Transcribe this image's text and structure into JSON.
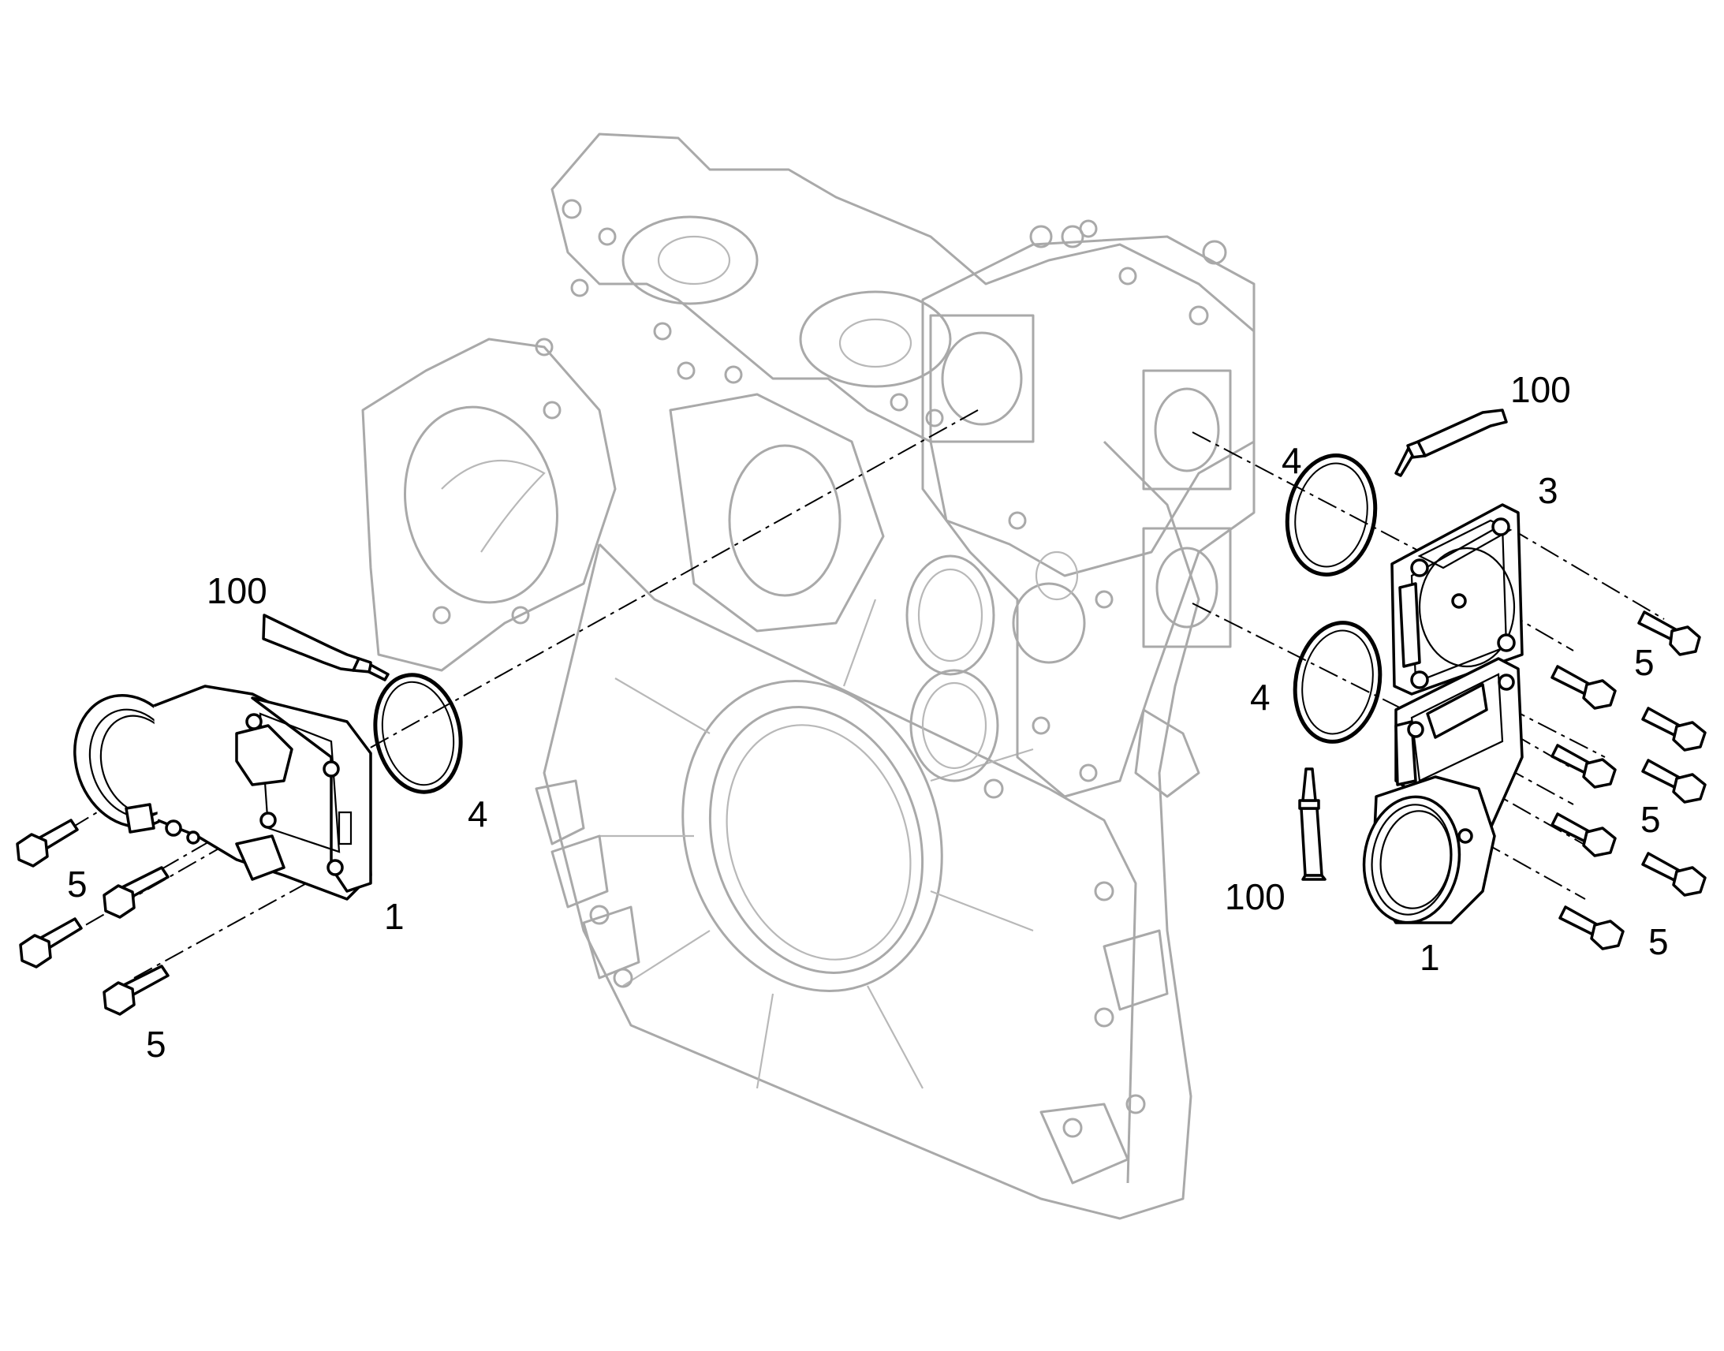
{
  "callouts": {
    "left_sealant_100": "100",
    "left_oring_4": "4",
    "left_bolts_5_upper": "5",
    "left_flange_1": "1",
    "left_bolts_5_lower": "5",
    "right_sealant_100_top": "100",
    "right_oring_4_upper": "4",
    "right_cover_3": "3",
    "right_bolts_5_upper": "5",
    "right_oring_4_lower": "4",
    "right_bolts_5_middle": "5",
    "right_sealant_100_bottom": "100",
    "right_flange_1": "1",
    "right_bolts_5_lower": "5"
  },
  "colors": {
    "part_line": "#000000",
    "ghost_line": "#a9a9a9",
    "background": "#ffffff"
  }
}
